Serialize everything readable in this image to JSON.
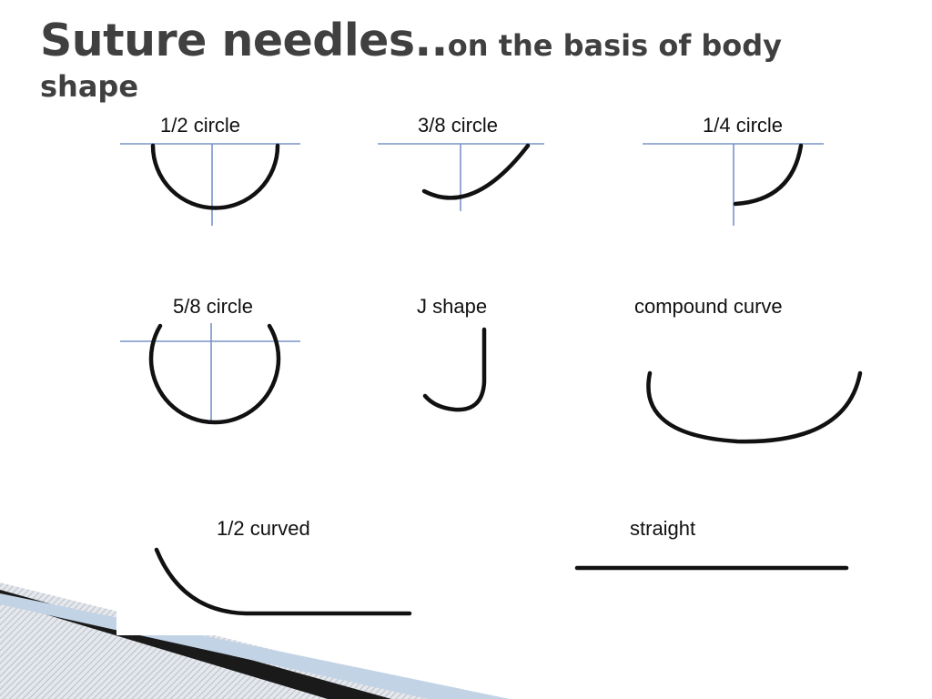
{
  "slide": {
    "title_main": "Suture needles..",
    "title_sub_line1": "on the basis of body",
    "title_sub_line2": "shape"
  },
  "needle_shapes": [
    {
      "id": "half-circle",
      "label": "1/2 circle"
    },
    {
      "id": "three-eighths-circle",
      "label": "3/8 circle"
    },
    {
      "id": "quarter-circle",
      "label": "1/4 circle"
    },
    {
      "id": "five-eighths-circle",
      "label": "5/8 circle"
    },
    {
      "id": "j-shape",
      "label": "J shape"
    },
    {
      "id": "compound-curve",
      "label": "compound curve"
    },
    {
      "id": "half-curved",
      "label": "1/2 curved"
    },
    {
      "id": "straight",
      "label": "straight"
    }
  ],
  "colors": {
    "title": "#404040",
    "needle": "#111111",
    "axis": "#7a93c9",
    "stripe_dark": "#1a1a1a",
    "stripe_light": "#c9ced6"
  }
}
